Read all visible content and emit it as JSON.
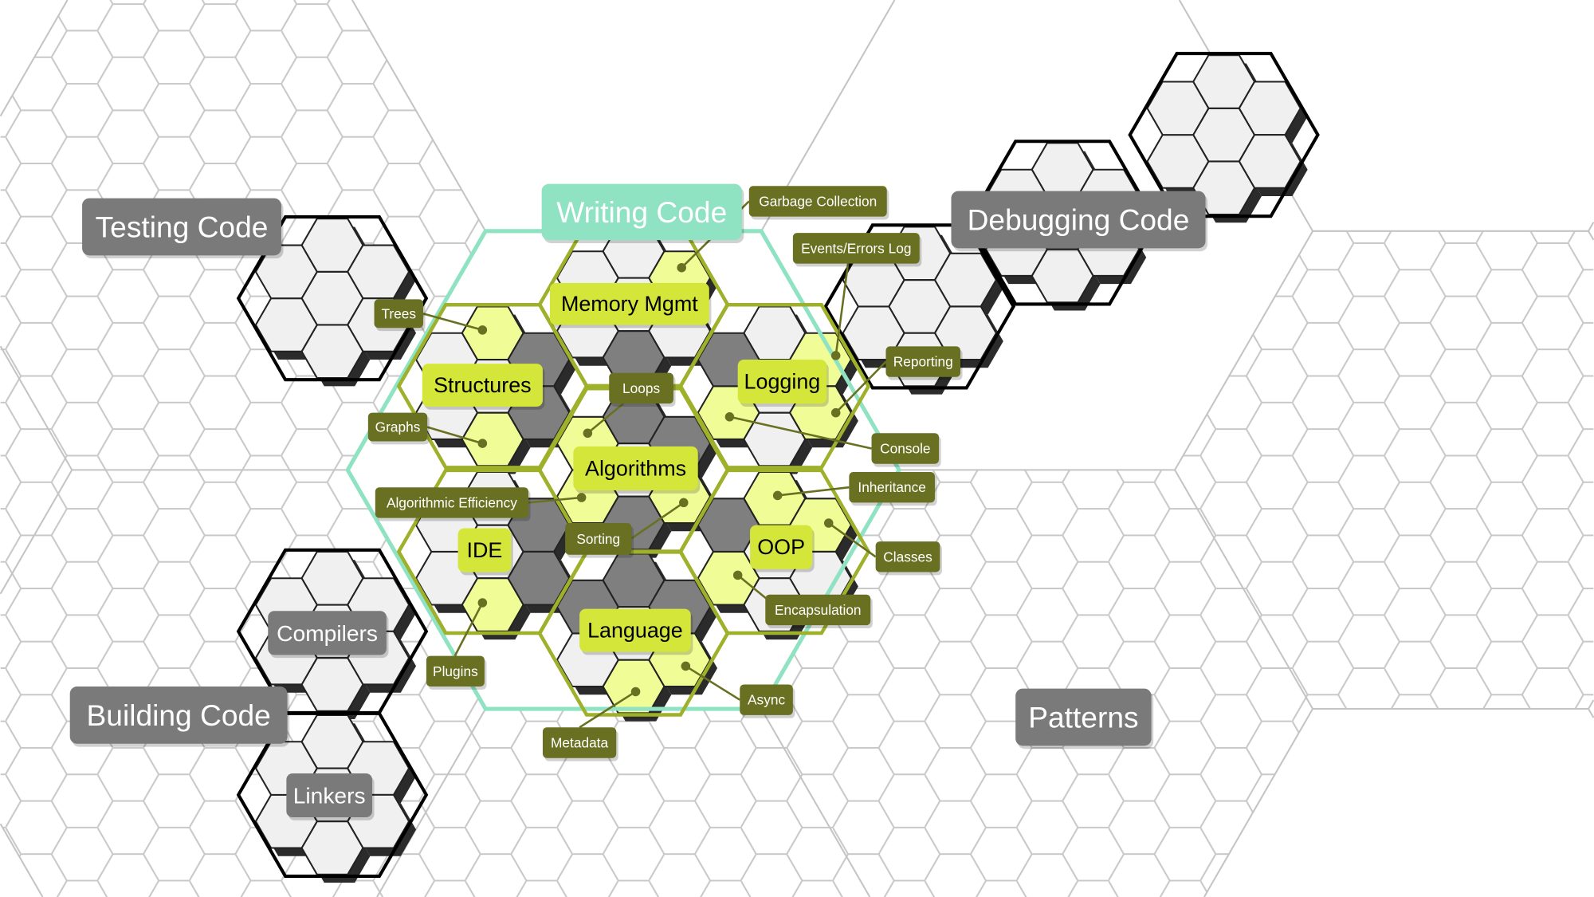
{
  "title": "Writing Code",
  "colors": {
    "mint": "#8fe3c3",
    "gray_label": "#7a7a7a",
    "yellow_label": "#d4e63a",
    "yellow_cell": "#f0fc96",
    "olive": "#6a7021",
    "olive_outline": "#9fb02a",
    "dark_cell": "#7f7f7f",
    "light_cell": "#f0f0f0"
  },
  "areas": {
    "writing": "Writing Code",
    "testing": "Testing Code",
    "debugging": "Debugging Code",
    "building": "Building Code",
    "patterns": "Patterns",
    "compilers": "Compilers",
    "linkers": "Linkers"
  },
  "topics": {
    "memory": "Memory Mgmt",
    "structures": "Structures",
    "logging": "Logging",
    "algorithms": "Algorithms",
    "ide": "IDE",
    "oop": "OOP",
    "language": "Language"
  },
  "subtopics": {
    "garbage": "Garbage Collection",
    "events": "Events/Errors Log",
    "trees": "Trees",
    "reporting": "Reporting",
    "loops": "Loops",
    "graphs": "Graphs",
    "console": "Console",
    "inheritance": "Inheritance",
    "efficiency": "Algorithmic Efficiency",
    "sorting": "Sorting",
    "classes": "Classes",
    "encapsulation": "Encapsulation",
    "plugins": "Plugins",
    "async": "Async",
    "metadata": "Metadata"
  }
}
